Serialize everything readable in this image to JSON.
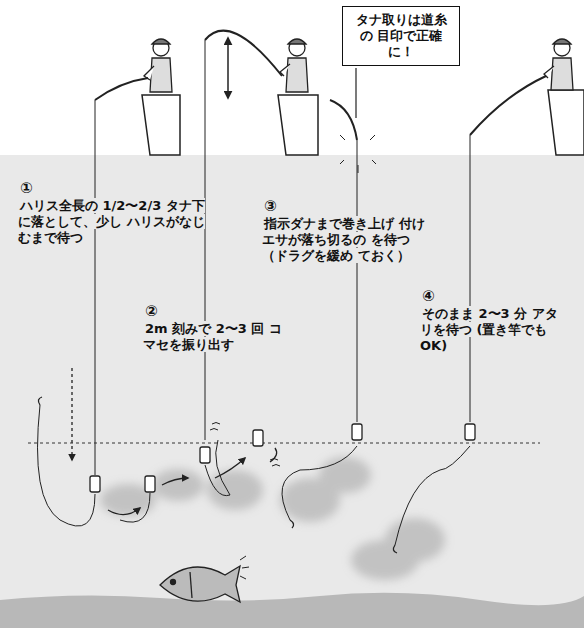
{
  "diagram": {
    "nodes": [
      {
        "text": [
          "タナ取りは道糸の 目印で正確に！"
        ]
      }
    ],
    "labels": [
      "①",
      "ハリス全長の 1/2〜2/3 タナ下に落として、少し ハリスがなじむまで待つ",
      "②",
      "2m 刻みで 2〜3 回 コマセを振り出す",
      "③",
      "指示ダナまで巻き上げ 付けエサが落ち切るの を待つ（ドラグを緩め ておく）",
      "④",
      "そのまま 2〜3 分 アタリを待つ (置き竿でも OK)"
    ]
  }
}
